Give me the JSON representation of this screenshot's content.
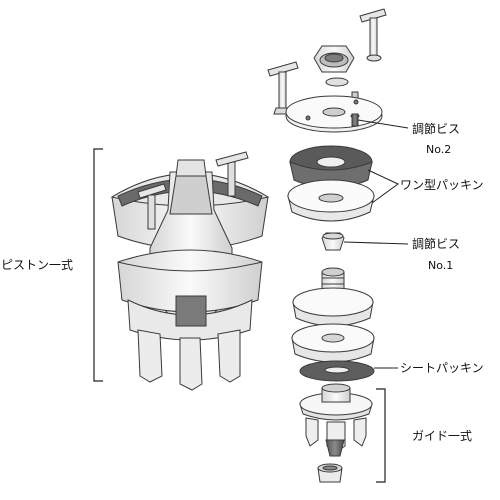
{
  "labels": {
    "piston_assembly": "ピストン一式",
    "adjust_screw_2_title": "調節ビス",
    "adjust_screw_2_no": "No.2",
    "cup_packing": "ワン型パッキン",
    "adjust_screw_1_title": "調節ビス",
    "adjust_screw_1_no": "No.1",
    "seat_packing": "シートパッキン",
    "guide_assembly": "ガイド一式"
  },
  "colors": {
    "line": "#3a3a3a",
    "part_fill": "#f3f3f3",
    "part_shade": "#c9c9c9",
    "packing_dark": "#555555"
  }
}
